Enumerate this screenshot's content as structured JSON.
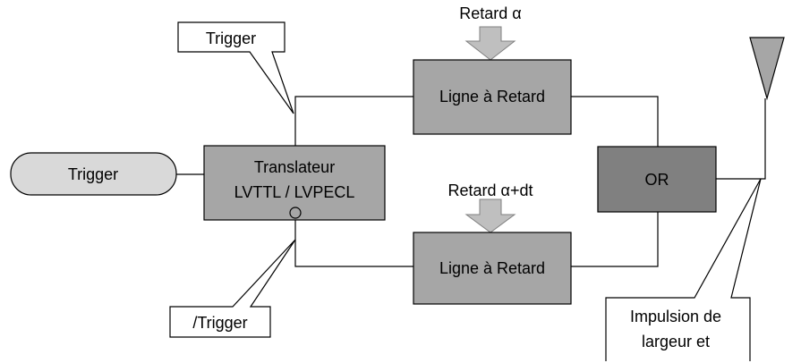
{
  "input": {
    "label": "Trigger"
  },
  "translator": {
    "line1": "Translateur",
    "line2": "LVTTL / LVPECL"
  },
  "callouts": {
    "trigger": "Trigger",
    "trigger_inv": "/Trigger",
    "pulse_line1": "Impulsion de",
    "pulse_line2": "largeur et"
  },
  "delay_top": {
    "label": "Ligne à Retard",
    "delay": "Retard α"
  },
  "delay_bottom": {
    "label": "Ligne à Retard",
    "delay": "Retard α+dt"
  },
  "or_gate": {
    "label": "OR"
  },
  "colors": {
    "input_fill": "#d9d9d9",
    "translator_fill": "#a6a6a6",
    "delay_fill": "#a6a6a6",
    "or_fill": "#808080",
    "arrow_fill": "#bfbfbf",
    "antenna_fill": "#a6a6a6",
    "line": "#000000"
  }
}
